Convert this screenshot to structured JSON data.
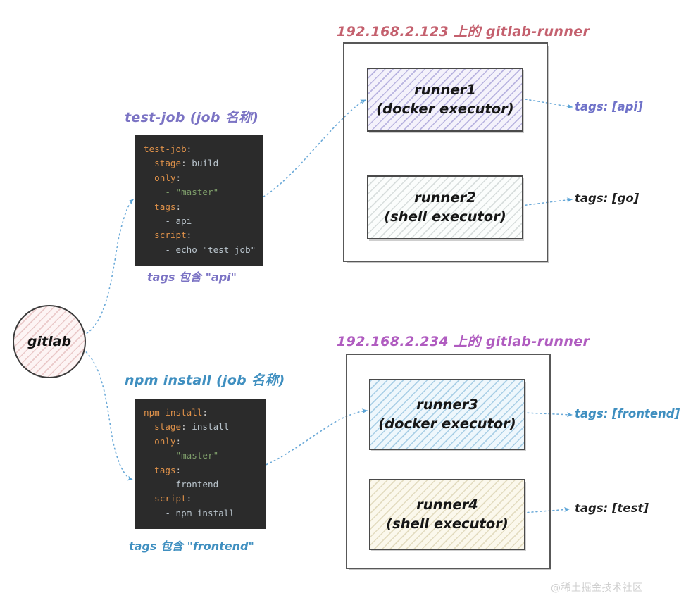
{
  "diagram": {
    "gitlab_node": {
      "label": "gitlab"
    },
    "watermark": "@稀土掘金技术社区",
    "jobs": [
      {
        "title": "test-job (job 名称)",
        "caption": "tags 包含 \"api\"",
        "code_lines": [
          {
            "key": "test-job",
            "colon": ":",
            "value": ""
          },
          {
            "key": "  stage",
            "colon": ":",
            "value": " build"
          },
          {
            "key": "  only",
            "colon": ":",
            "value": ""
          },
          {
            "key": "",
            "colon": "",
            "value": "    - \"master\""
          },
          {
            "key": "  tags",
            "colon": ":",
            "value": ""
          },
          {
            "key": "",
            "colon": "",
            "value": "    - api"
          },
          {
            "key": "  script",
            "colon": ":",
            "value": ""
          },
          {
            "key": "",
            "colon": "",
            "value": "    - echo \"test job\""
          }
        ]
      },
      {
        "title": "npm install (job 名称)",
        "caption": "tags 包含 \"frontend\"",
        "code_lines": [
          {
            "key": "npm-install",
            "colon": ":",
            "value": ""
          },
          {
            "key": "  stage",
            "colon": ":",
            "value": " install"
          },
          {
            "key": "  only",
            "colon": ":",
            "value": ""
          },
          {
            "key": "",
            "colon": "",
            "value": "    - \"master\""
          },
          {
            "key": "  tags",
            "colon": ":",
            "value": ""
          },
          {
            "key": "",
            "colon": "",
            "value": "    - frontend"
          },
          {
            "key": "  script",
            "colon": ":",
            "value": ""
          },
          {
            "key": "",
            "colon": "",
            "value": "    - npm install"
          }
        ]
      }
    ],
    "hosts": [
      {
        "title": "192.168.2.123 上的 gitlab-runner",
        "title_color": "#c4606e",
        "runners": [
          {
            "name": "runner1",
            "executor": "(docker executor)",
            "tags_label": "tags: [api]",
            "tags_color": "#6f72c9",
            "fill": "#f4f2fb",
            "hatch": "#b9b4e0"
          },
          {
            "name": "runner2",
            "executor": "(shell executor)",
            "tags_label": "tags: [go]",
            "tags_color": "#1f1f1f",
            "fill": "#fbfdfc",
            "hatch": "#d8dedd"
          }
        ]
      },
      {
        "title": "192.168.2.234 上的 gitlab-runner",
        "title_color": "#b05cc0",
        "runners": [
          {
            "name": "runner3",
            "executor": "(docker executor)",
            "tags_label": "tags: [frontend]",
            "tags_color": "#3f8fc0",
            "fill": "#eef7fc",
            "hatch": "#a9cfe6"
          },
          {
            "name": "runner4",
            "executor": "(shell executor)",
            "tags_label": "tags: [test]",
            "tags_color": "#1f1f1f",
            "fill": "#fbf8ec",
            "hatch": "#e3dcc0"
          }
        ]
      }
    ],
    "colors": {
      "connector": "#6aa9d8",
      "highlight_arrow": "#ee2e20",
      "code_bg": "#2b2b2b",
      "code_key": "#e0924a",
      "code_string": "#7e9e6a"
    }
  }
}
